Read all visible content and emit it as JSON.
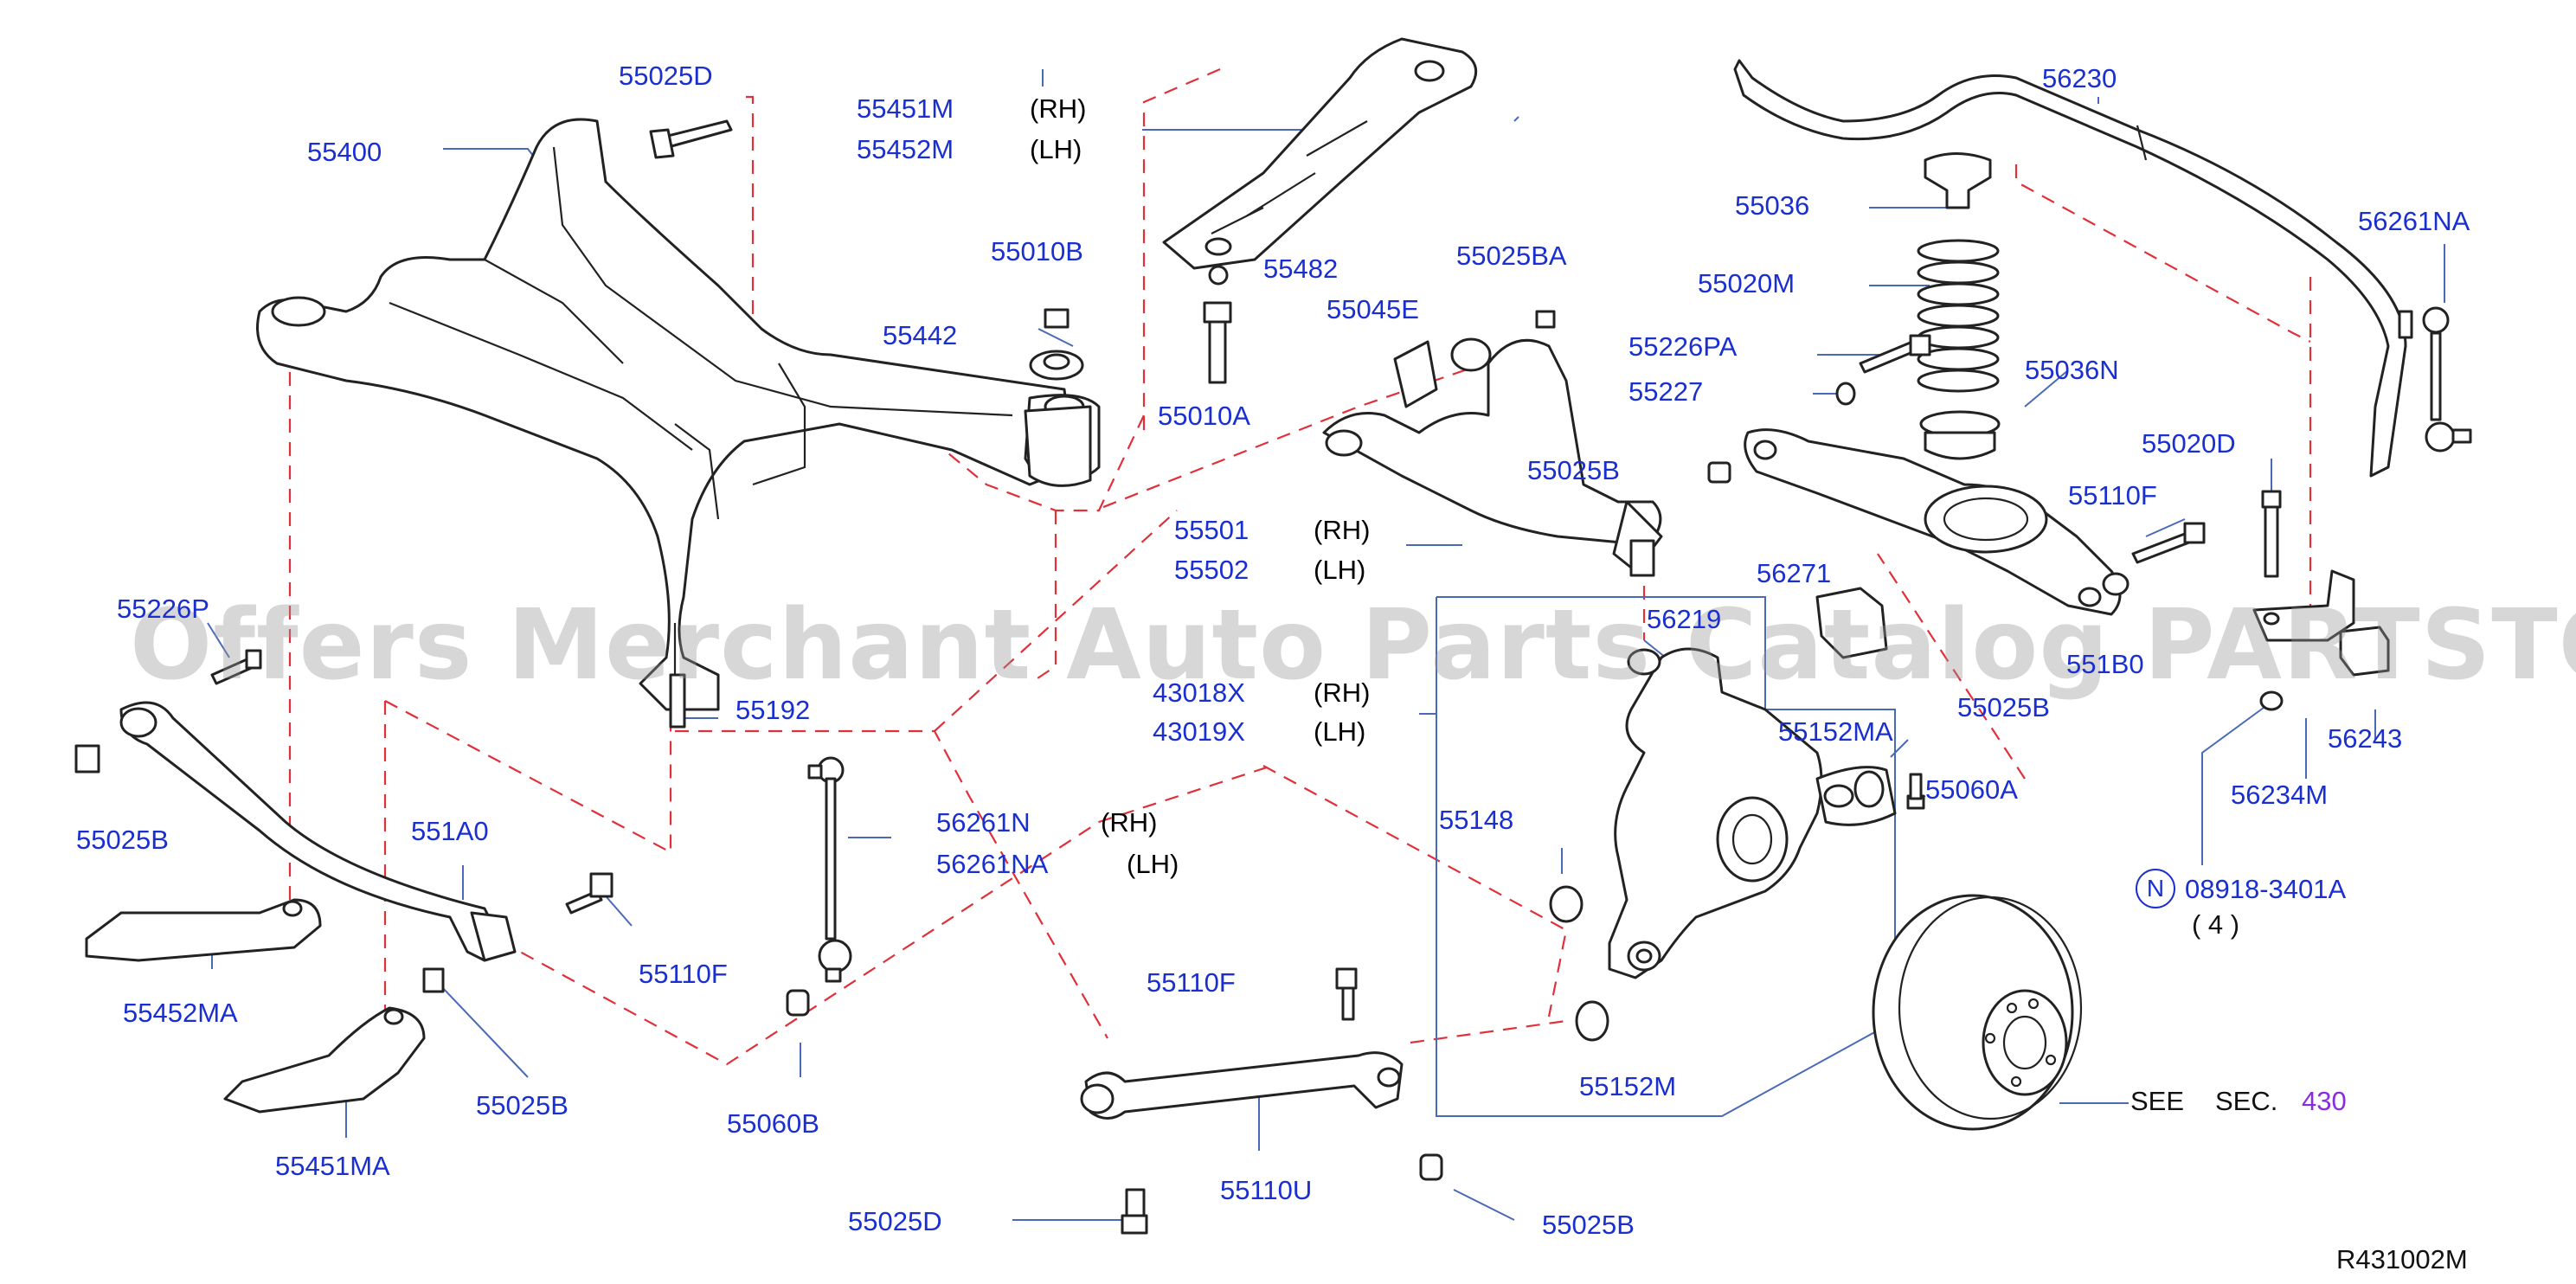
{
  "diagram": {
    "parts": {
      "p55025D_top": "55025D",
      "p55400": "55400",
      "p55451M": "55451M",
      "p55452M": "55452M",
      "p55010B": "55010B",
      "p55482": "55482",
      "p55442": "55442",
      "p55010A": "55010A",
      "p55025BA": "55025BA",
      "p55045E": "55045E",
      "p55025B_arm": "55025B",
      "p55501": "55501",
      "p55502": "55502",
      "p56230": "56230",
      "p55036": "55036",
      "p56261NA_top": "56261NA",
      "p55020M": "55020M",
      "p55226PA": "55226PA",
      "p55227": "55227",
      "p55036N": "55036N",
      "p55020D": "55020D",
      "p55110F_right": "55110F",
      "p56271": "56271",
      "p56219": "56219",
      "p551B0": "551B0",
      "p55025B_knuckle": "55025B",
      "p43018X": "43018X",
      "p43019X": "43019X",
      "p55152MA": "55152MA",
      "p56243": "56243",
      "p56234M": "56234M",
      "p55060A": "55060A",
      "p55226P": "55226P",
      "p55192": "55192",
      "p55025B_left": "55025B",
      "p551A0": "551A0",
      "p56261N": "56261N",
      "p56261NA_mid": "56261NA",
      "p55148": "55148",
      "p08918": "08918-3401A",
      "p55110F_left": "55110F",
      "p55452MA": "55452MA",
      "p55110F_lower": "55110F",
      "p55152M": "55152M",
      "p55451MA": "55451MA",
      "p55025B_lower_left": "55025B",
      "p55060B": "55060B",
      "p55110U": "55110U",
      "p55025D_bottom": "55025D",
      "p55025B_bottom": "55025B",
      "p430": "430"
    },
    "sides": {
      "rh": "(RH)",
      "lh": "(LH)"
    },
    "qty_08918": "( 4 )",
    "n_symbol": "N",
    "see_text": "SEE",
    "sec_text": "SEC.",
    "diagram_code": "R431002M",
    "watermark": "Offers Merchant Auto Parts Catalog PARTSTORE.SA"
  }
}
